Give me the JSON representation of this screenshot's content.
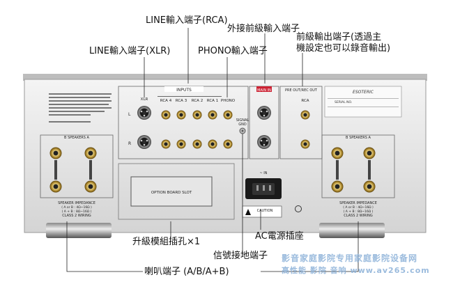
{
  "callouts": {
    "line_rca": "LINE輸入端子(RCA)",
    "ext_pre": "外接前級輸入端子",
    "pre_out_l1": "前級輸出端子(透過主",
    "pre_out_l2": "機設定也可以錄音輸出)",
    "line_xlr": "LINE輸入端子(XLR)",
    "phono": "PHONO輸入端子",
    "option_slot": "升級模組插孔×1",
    "ac_inlet": "AC電源插座",
    "signal_gnd": "信號接地端子",
    "speaker": "喇叭端子 (A/B/A+B)"
  },
  "panel": {
    "inputs_header": "INPUTS",
    "main_in": "MAIN IN",
    "pre_out_header": "PRE OUT/REC OUT",
    "xlr": "XLR",
    "rca4": "RCA 4",
    "rca3": "RCA 3",
    "rca2": "RCA 2",
    "rca1": "RCA 1",
    "phono": "PHONO",
    "rca": "RCA",
    "signal": "SIGNAL",
    "gnd": "GND",
    "speakers_left": "B   SPEAKERS   A",
    "speakers_right": "B   SPEAKERS   A",
    "option_board": "OPTION BOARD SLOT",
    "ac_in": "~ IN",
    "caution": "CAUTION",
    "brand": "ESOTERIC",
    "serial": "SERIAL NO.",
    "ch_l": "L",
    "ch_r": "R",
    "imp_title": "SPEAKER IMPEDANCE",
    "imp_line1": "( A or B : 4Ω~16Ω )",
    "imp_line2": "( A + B : 8Ω~16Ω )",
    "class2": "CLASS 2 WIRING"
  },
  "watermark": {
    "line1": "影音家庭影院专用家庭影院设备网",
    "line2": "高性能   影院   音响   www.av265.com"
  }
}
